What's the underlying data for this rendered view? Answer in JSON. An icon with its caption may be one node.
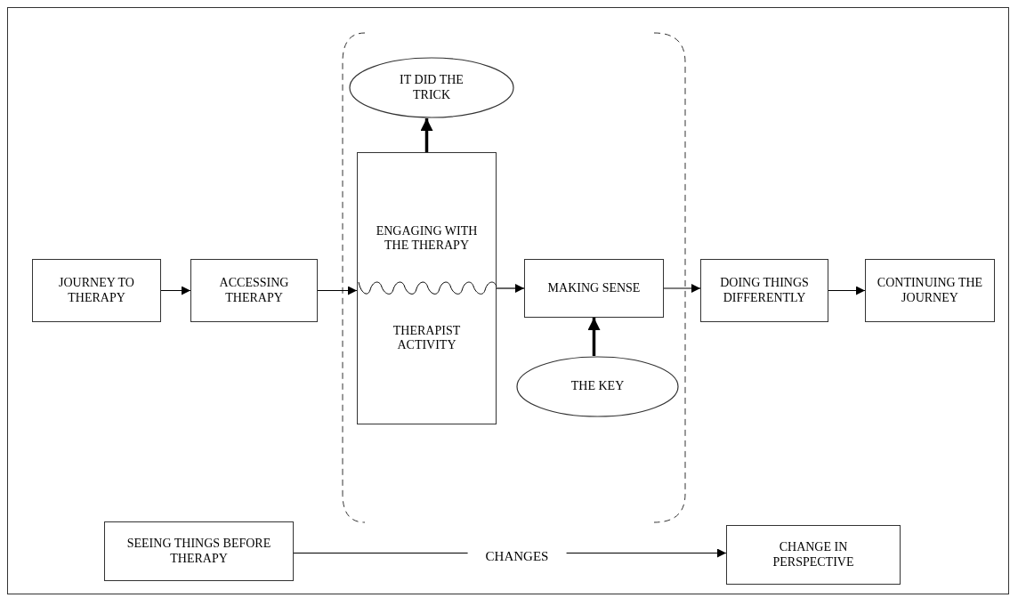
{
  "diagram": {
    "nodes": [
      {
        "text": [
          "JOURNEY TO THERAPY"
        ]
      },
      {
        "text": [
          "ACCESSING THERAPY"
        ]
      },
      {
        "text": [
          "ENGAGING WITH THE THERAPY",
          "THERAPIST ACTIVITY"
        ]
      },
      {
        "text": [
          "IT DID THE TRICK"
        ]
      },
      {
        "text": [
          "MAKING SENSE"
        ]
      },
      {
        "text": [
          "THE KEY"
        ]
      },
      {
        "text": [
          "DOING THINGS DIFFERENTLY"
        ]
      },
      {
        "text": [
          "CONTINUING THE JOURNEY"
        ]
      },
      {
        "text": [
          "SEEING THINGS BEFORE THERAPY"
        ]
      },
      {
        "text": [
          "CHANGE IN PERSPECTIVE"
        ]
      }
    ],
    "edges": [
      {
        "from": 0,
        "to": 1,
        "arrow": "to"
      },
      {
        "from": 1,
        "to": 2,
        "arrow": "to"
      },
      {
        "from": 2,
        "to": 4,
        "arrow": "to"
      },
      {
        "from": 4,
        "to": 6,
        "arrow": "to"
      },
      {
        "from": 6,
        "to": 7,
        "arrow": "to"
      },
      {
        "from": 2,
        "to": 3,
        "arrow": "to",
        "style": "thick"
      },
      {
        "from": 5,
        "to": 4,
        "arrow": "to",
        "style": "thick"
      },
      {
        "from": 8,
        "to": 9,
        "arrow": "to",
        "label": "CHANGES"
      }
    ]
  }
}
